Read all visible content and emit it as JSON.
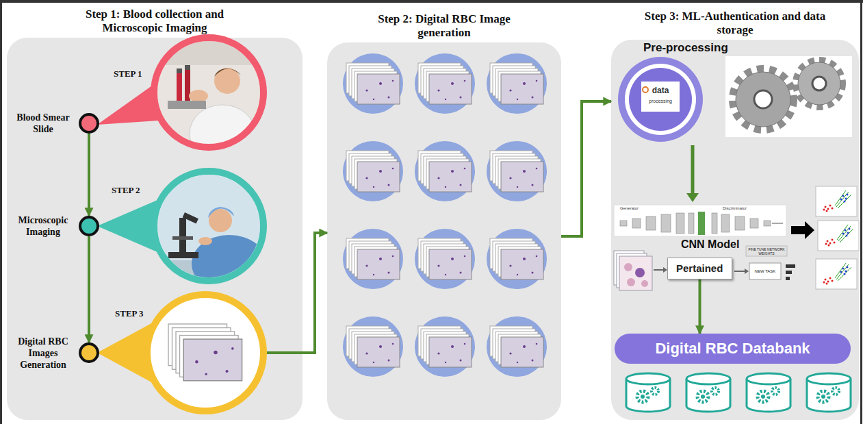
{
  "diagram": {
    "nodes": [
      {
        "text": [
          "Step 1: Blood collection and Microscopic Imaging"
        ]
      },
      {
        "text": [
          "Blood Smear Slide"
        ],
        "in": 0
      },
      {
        "text": [
          "Microscopic Imaging"
        ],
        "in": 0
      },
      {
        "text": [
          "Digital RBC Images Generation"
        ],
        "in": 0
      },
      {
        "text": [
          "Step 2: Digital RBC Image generation"
        ]
      },
      {
        "text": [
          "Step 3: ML-Authentication and data storage"
        ]
      },
      {
        "text": [
          "Pertained"
        ],
        "in": 5
      },
      {
        "text": [
          "Digital RBC Databank"
        ],
        "in": 5
      }
    ],
    "edges": [
      {
        "from": 1,
        "to": 2,
        "arrow": "to"
      },
      {
        "from": 2,
        "to": 3,
        "arrow": "to"
      },
      {
        "from": 0,
        "to": 4,
        "arrow": "to"
      },
      {
        "from": 4,
        "to": 5,
        "arrow": "to"
      },
      {
        "from": 6,
        "to": 7,
        "arrow": "to"
      }
    ],
    "labels": [
      "STEP 1",
      "STEP 2",
      "STEP 3",
      "Pre-processing",
      "data",
      "processing",
      "Generator",
      "Discriminator",
      "CNN Model",
      "FINE TUNE NETWORK WEIGHTS",
      "NEW TASK"
    ]
  }
}
